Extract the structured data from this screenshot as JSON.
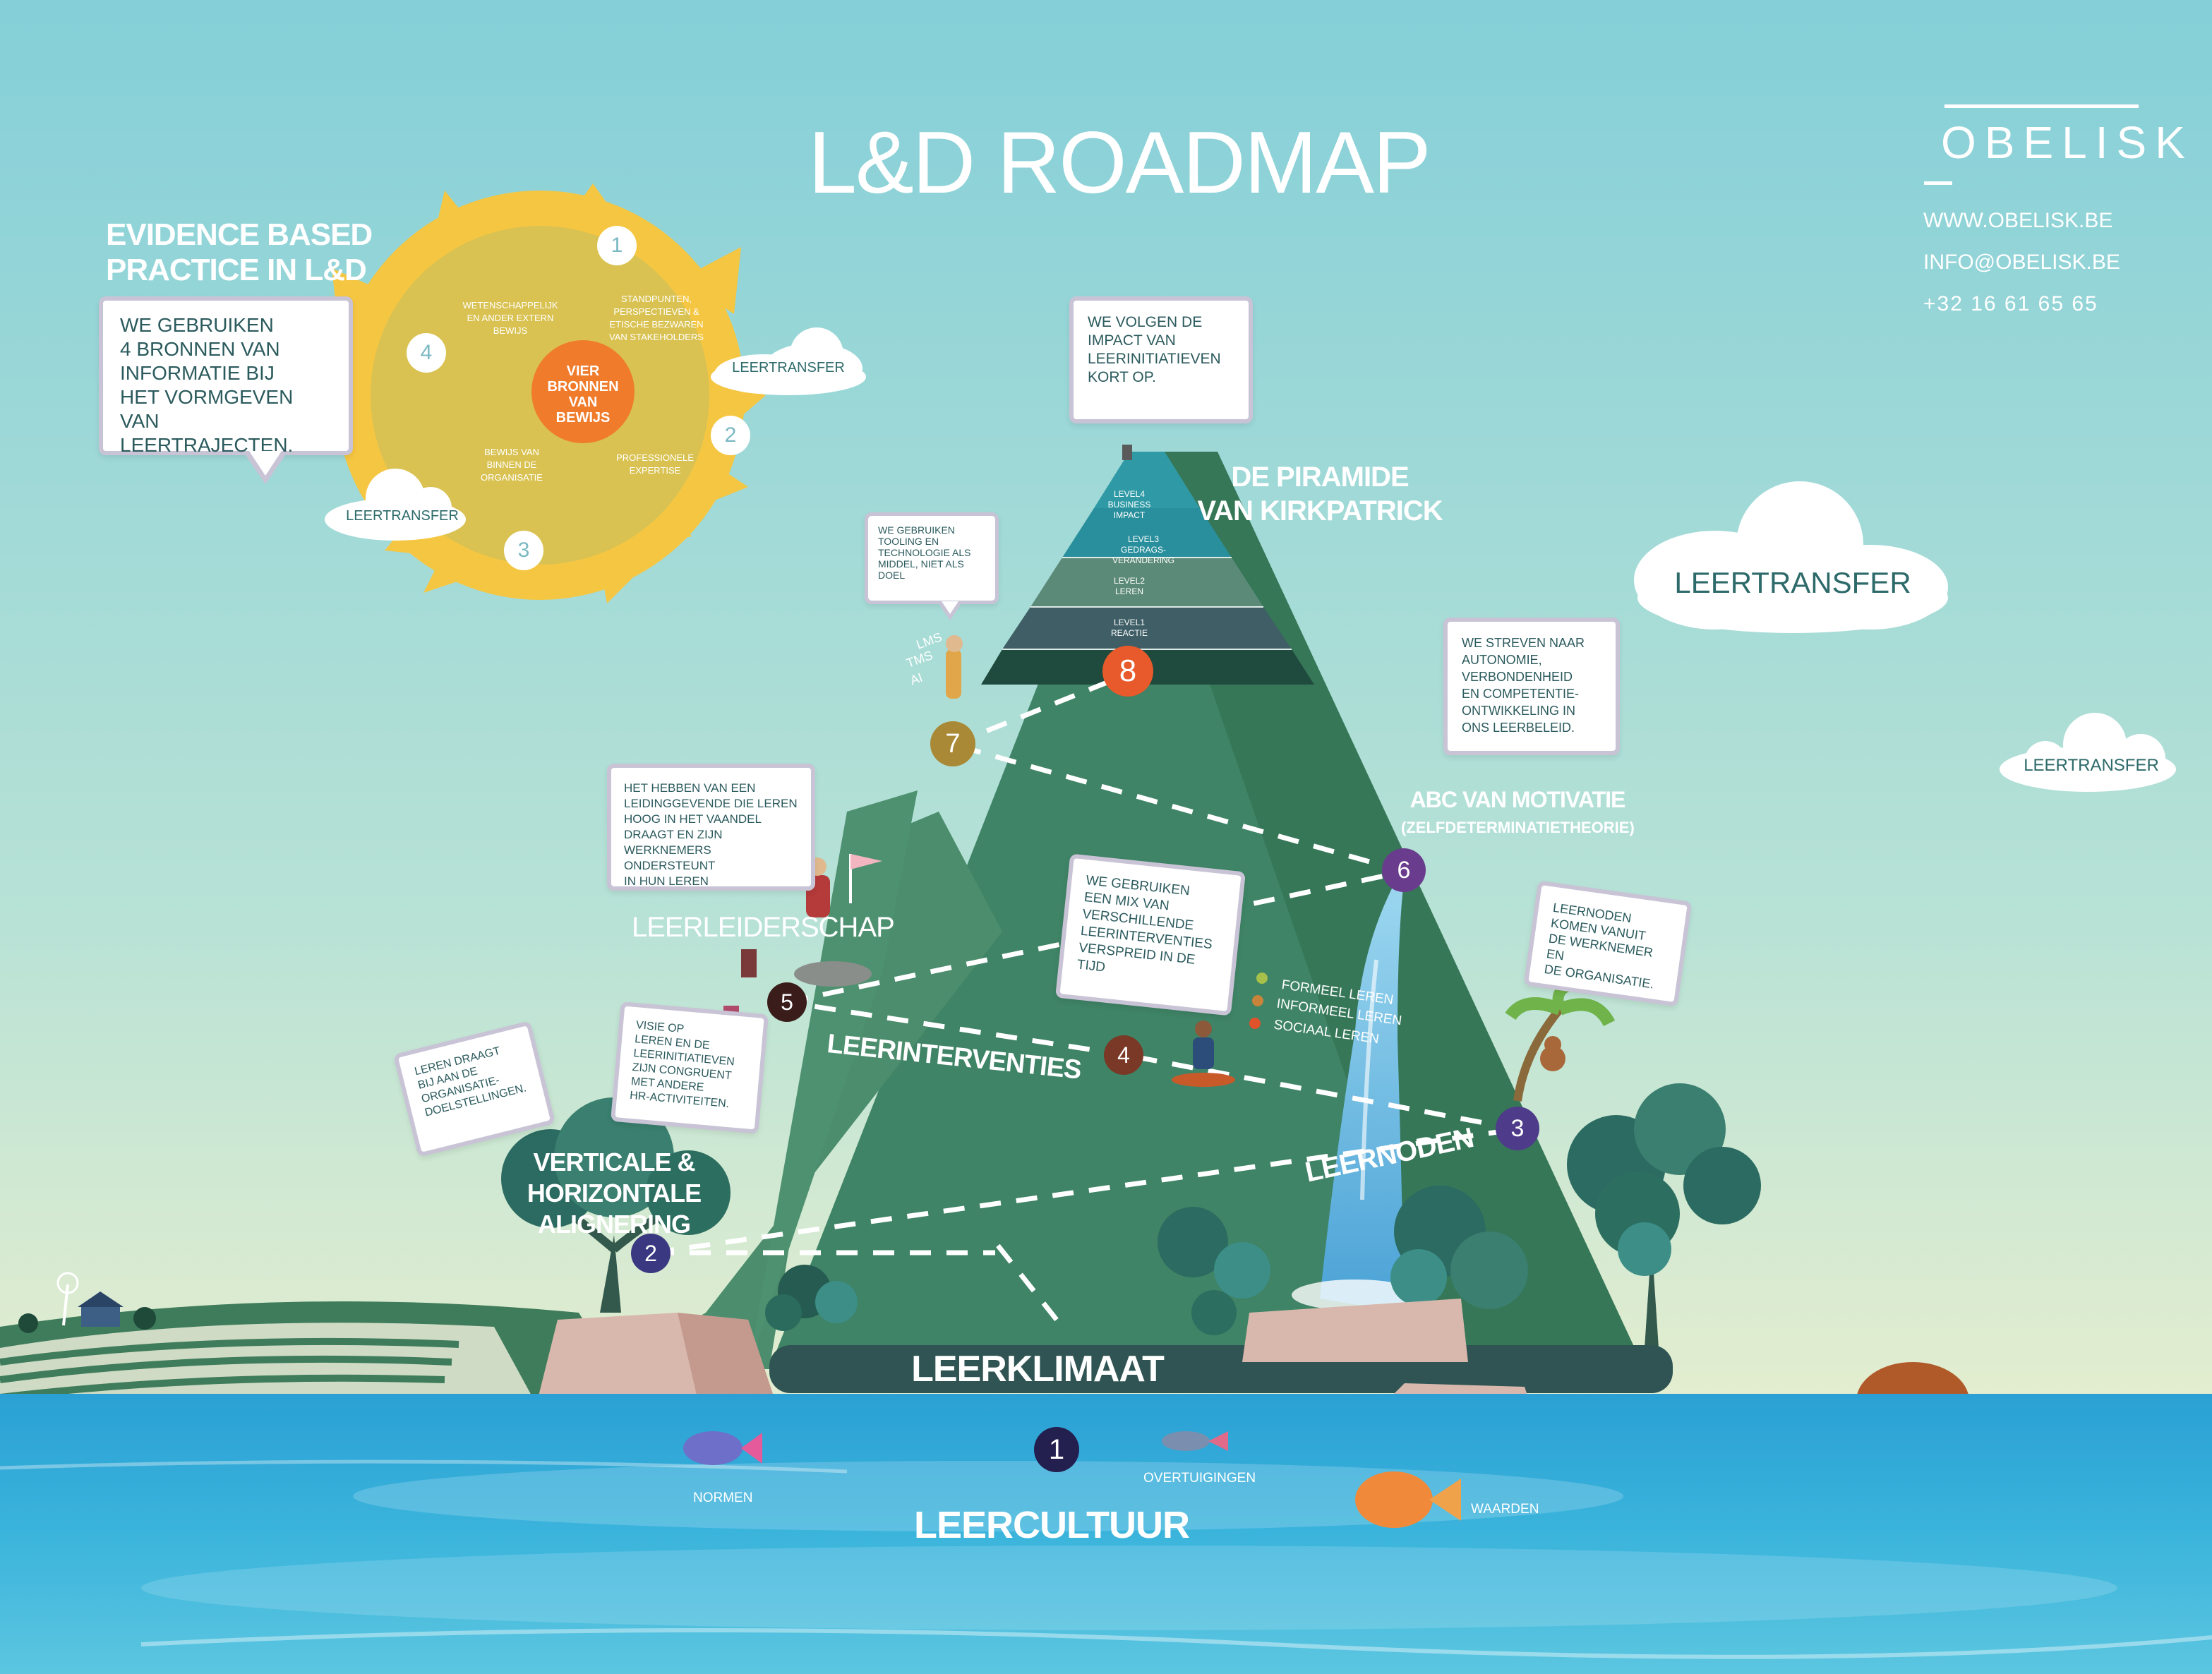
{
  "title": "L&D ROADMAP",
  "brand": {
    "logo": "OBELISK",
    "website": "WWW.OBELISK.BE",
    "email": "INFO@OBELISK.BE",
    "phone": "+32 16 61 65 65"
  },
  "evidence": {
    "heading_line1": "EVIDENCE BASED",
    "heading_line2": "PRACTICE IN L&D",
    "bubble": "WE GEBRUIKEN\n4 BRONNEN VAN\nINFORMATIE BIJ\nHET VORMGEVEN\nVAN LEERTRAJECTEN.",
    "center": "VIER\nBRONNEN\nVAN\nBEWIJS",
    "sources": [
      {
        "number": "1",
        "label": "STANDPUNTEN,\nPERSPECTIEVEN &\nETISCHE BEZWAREN\nVAN STAKEHOLDERS"
      },
      {
        "number": "2",
        "label": "PROFESSIONELE\nEXPERTISE"
      },
      {
        "number": "3",
        "label": "BEWIJS VAN\nBINNEN DE\nORGANISATIE"
      },
      {
        "number": "4",
        "label": "WETENSCHAPPELIJK\nEN ANDER EXTERN\nBEWIJS"
      }
    ]
  },
  "clouds": [
    "LEERTRANSFER",
    "LEERTRANSFER",
    "LEERTRANSFER",
    "LEERTRANSFER"
  ],
  "kirkpatrick": {
    "heading_line1": "DE PIRAMIDE",
    "heading_line2": "VAN KIRKPATRICK",
    "bubble": "WE VOLGEN DE\nIMPACT VAN\nLEERINITIATIEVEN\nKORT OP.",
    "levels": [
      "LEVEL4\nBUSINESS\nIMPACT",
      "LEVEL3\nGEDRAGS-\nVERANDERING",
      "LEVEL2\nLEREN",
      "LEVEL1\nREACTIE"
    ]
  },
  "technology": {
    "bubble": "WE GEBRUIKEN\nTOOLING EN\nTECHNOLOGIE ALS\nMIDDEL, NIET ALS\nDOEL",
    "tools": [
      "LMS",
      "TMS",
      "AI"
    ]
  },
  "motivation": {
    "heading": "ABC VAN MOTIVATIE",
    "subheading": "(ZELFDETERMINATIETHEORIE)",
    "bubble": "WE STREVEN NAAR\nAUTONOMIE,\nVERBONDENHEID\nEN COMPETENTIE-\nONTWIKKELING IN\nONS LEERBELEID."
  },
  "leadership": {
    "heading": "LEERLEIDERSCHAP",
    "bubble": "HET HEBBEN VAN EEN\nLEIDINGGEVENDE DIE LEREN\nHOOG IN HET VAANDEL\nDRAAGT EN ZIJN\nWERKNEMERS ONDERSTEUNT\nIN HUN LEREN"
  },
  "interventions": {
    "heading": "LEERINTERVENTIES",
    "bubble": "WE GEBRUIKEN\nEEN MIX VAN\nVERSCHILLENDE\nLEERINTERVENTIES\nVERSPREID IN DE\nTIJD",
    "types": [
      "FORMEEL LEREN",
      "INFORMEEL LEREN",
      "SOCIAAL LEREN"
    ]
  },
  "needs": {
    "heading": "LEERNODEN",
    "bubble": "LEERNODEN\nKOMEN VANUIT\nDE WERKNEMER EN\nDE ORGANISATIE."
  },
  "alignment": {
    "heading_line1": "VERTICALE &",
    "heading_line2": "HORIZONTALE",
    "heading_line3": "ALIGNERING",
    "bubble_vision": "VISIE OP\nLEREN EN DE\nLEERINITIATIEVEN\nZIJN CONGRUENT\nMET ANDERE\nHR-ACTIVITEITEN.",
    "bubble_goals": "LEREN DRAAGT\nBIJ AAN DE\nORGANISATIE-\nDOELSTELLINGEN."
  },
  "climate": "LEERKLIMAAT",
  "culture": {
    "heading": "LEERCULTUUR",
    "elements": [
      "NORMEN",
      "OVERTUIGINGEN",
      "WAARDEN"
    ]
  },
  "steps": [
    "1",
    "2",
    "3",
    "4",
    "5",
    "6",
    "7",
    "8"
  ],
  "colors": {
    "sky_top": "#84cfd8",
    "sky_bottom": "#e9efcf",
    "mountain": "#3f8466",
    "water": "#35a9d6",
    "sun": "#f5c642",
    "sun_center": "#f07b2a",
    "step_purple": "#5a3f8e",
    "step_orange": "#e85a2b",
    "step_gold": "#a98935",
    "step_brown": "#7a3a2a",
    "step_navy": "#2b2560"
  }
}
